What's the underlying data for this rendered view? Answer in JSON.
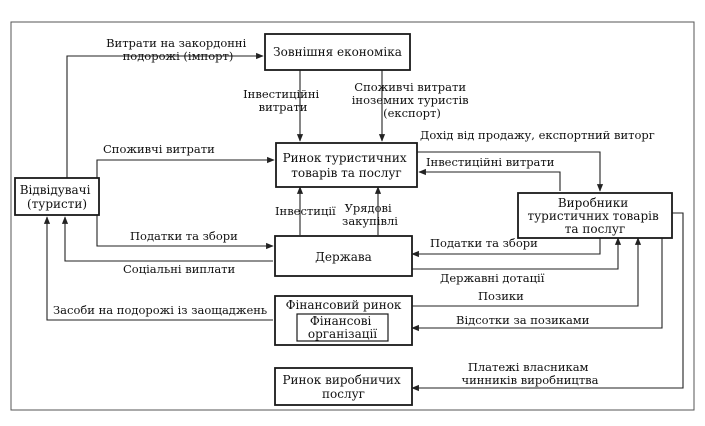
{
  "nodes": {
    "foreign_economy": "Зовнішня економіка",
    "visitors": [
      "Відвідувачі",
      "(туристи)"
    ],
    "tourism_market": [
      "Ринок туристичних",
      "товарів та послуг"
    ],
    "producers": [
      "Виробники",
      "туристичних товарів",
      "та послуг"
    ],
    "state": "Держава",
    "financial_market": "Фінансовий ринок",
    "financial_organizations": [
      "Фінансові",
      "організації"
    ],
    "factor_market": [
      "Ринок виробничих",
      "послуг"
    ]
  },
  "edge_labels": {
    "import_spending": [
      "Витрати на закордонні",
      "подорожі (імпорт)"
    ],
    "investment_spending_top": [
      "Інвестиційні",
      "витрати"
    ],
    "foreign_consumer_spending": [
      "Споживчі витрати",
      "іноземних туристів",
      "(експорт)"
    ],
    "sales_income": "Дохід від продажу, експортний виторг",
    "consumer_spending": "Споживчі витрати",
    "investment_spending_right": "Інвестиційні витрати",
    "investments": "Інвестиції",
    "government_purchases": [
      "Урядові",
      "закупівлі"
    ],
    "taxes_left": "Податки та збори",
    "taxes_right": "Податки та збори",
    "social_payments": "Соціальні виплати",
    "state_subsidies": "Державні дотації",
    "loans": "Позики",
    "savings": "Засоби на подорожі із заощаджень",
    "loan_interest": "Відсотки за позиками",
    "factor_payments": [
      "Платежі власникам",
      "чинників виробництва"
    ]
  }
}
